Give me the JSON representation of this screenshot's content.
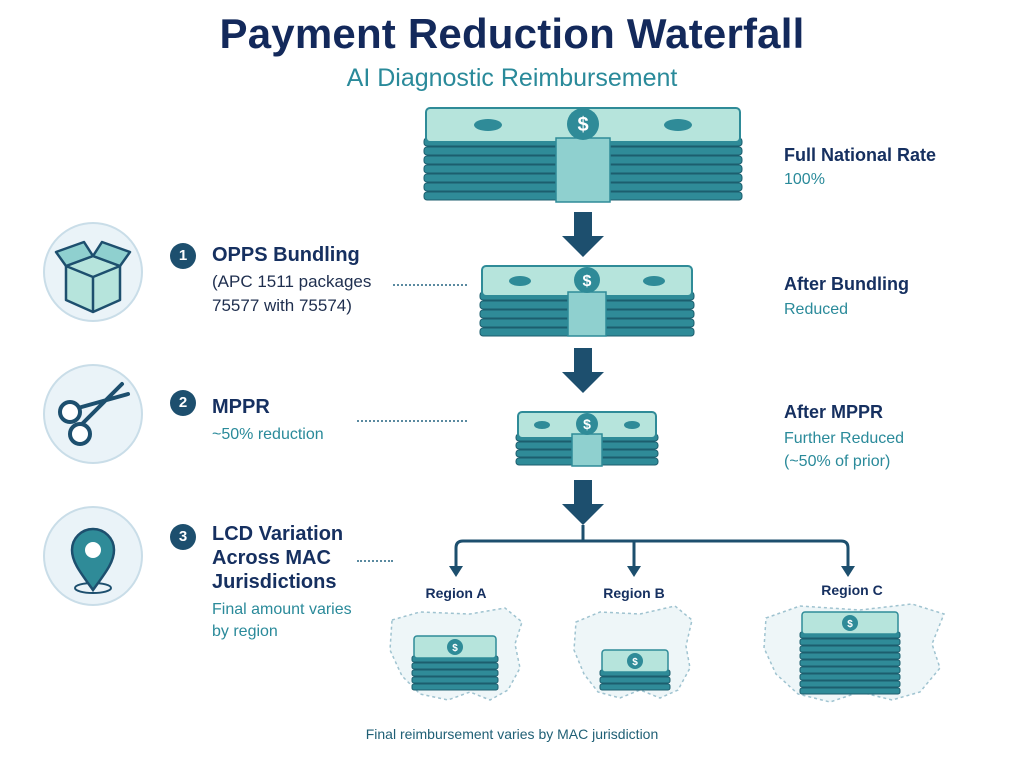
{
  "title": "Payment Reduction Waterfall",
  "subtitle": "AI Diagnostic Reimbursement",
  "levels": [
    {
      "label": "Full National Rate",
      "sub": "100%"
    },
    {
      "label": "After Bundling",
      "sub": "Reduced"
    },
    {
      "label": "After MPPR",
      "sub_lines": [
        "Further Reduced",
        "(~50% of prior)"
      ]
    }
  ],
  "steps": [
    {
      "number": "1",
      "title": "OPPS Bundling",
      "desc_lines": [
        "(APC 1511 packages",
        "75577 with 75574)"
      ],
      "icon": "box-icon"
    },
    {
      "number": "2",
      "title": "MPPR",
      "desc_lines": [
        "~50% reduction"
      ],
      "icon": "scissors-icon"
    },
    {
      "number": "3",
      "title_lines": [
        "LCD Variation",
        "Across MAC",
        "Jurisdictions"
      ],
      "desc_lines": [
        "Final amount varies",
        "by region"
      ],
      "icon": "location-pin-icon"
    }
  ],
  "regions": [
    {
      "label": "Region A"
    },
    {
      "label": "Region B"
    },
    {
      "label": "Region C"
    }
  ],
  "footer": "Final reimbursement varies by MAC jurisdiction",
  "colors": {
    "navy": "#13295b",
    "teal": "#2a8a9a",
    "money_face": "#b6e4dc",
    "money_edge": "#3a9aa6",
    "arrow": "#1d4f6e"
  }
}
